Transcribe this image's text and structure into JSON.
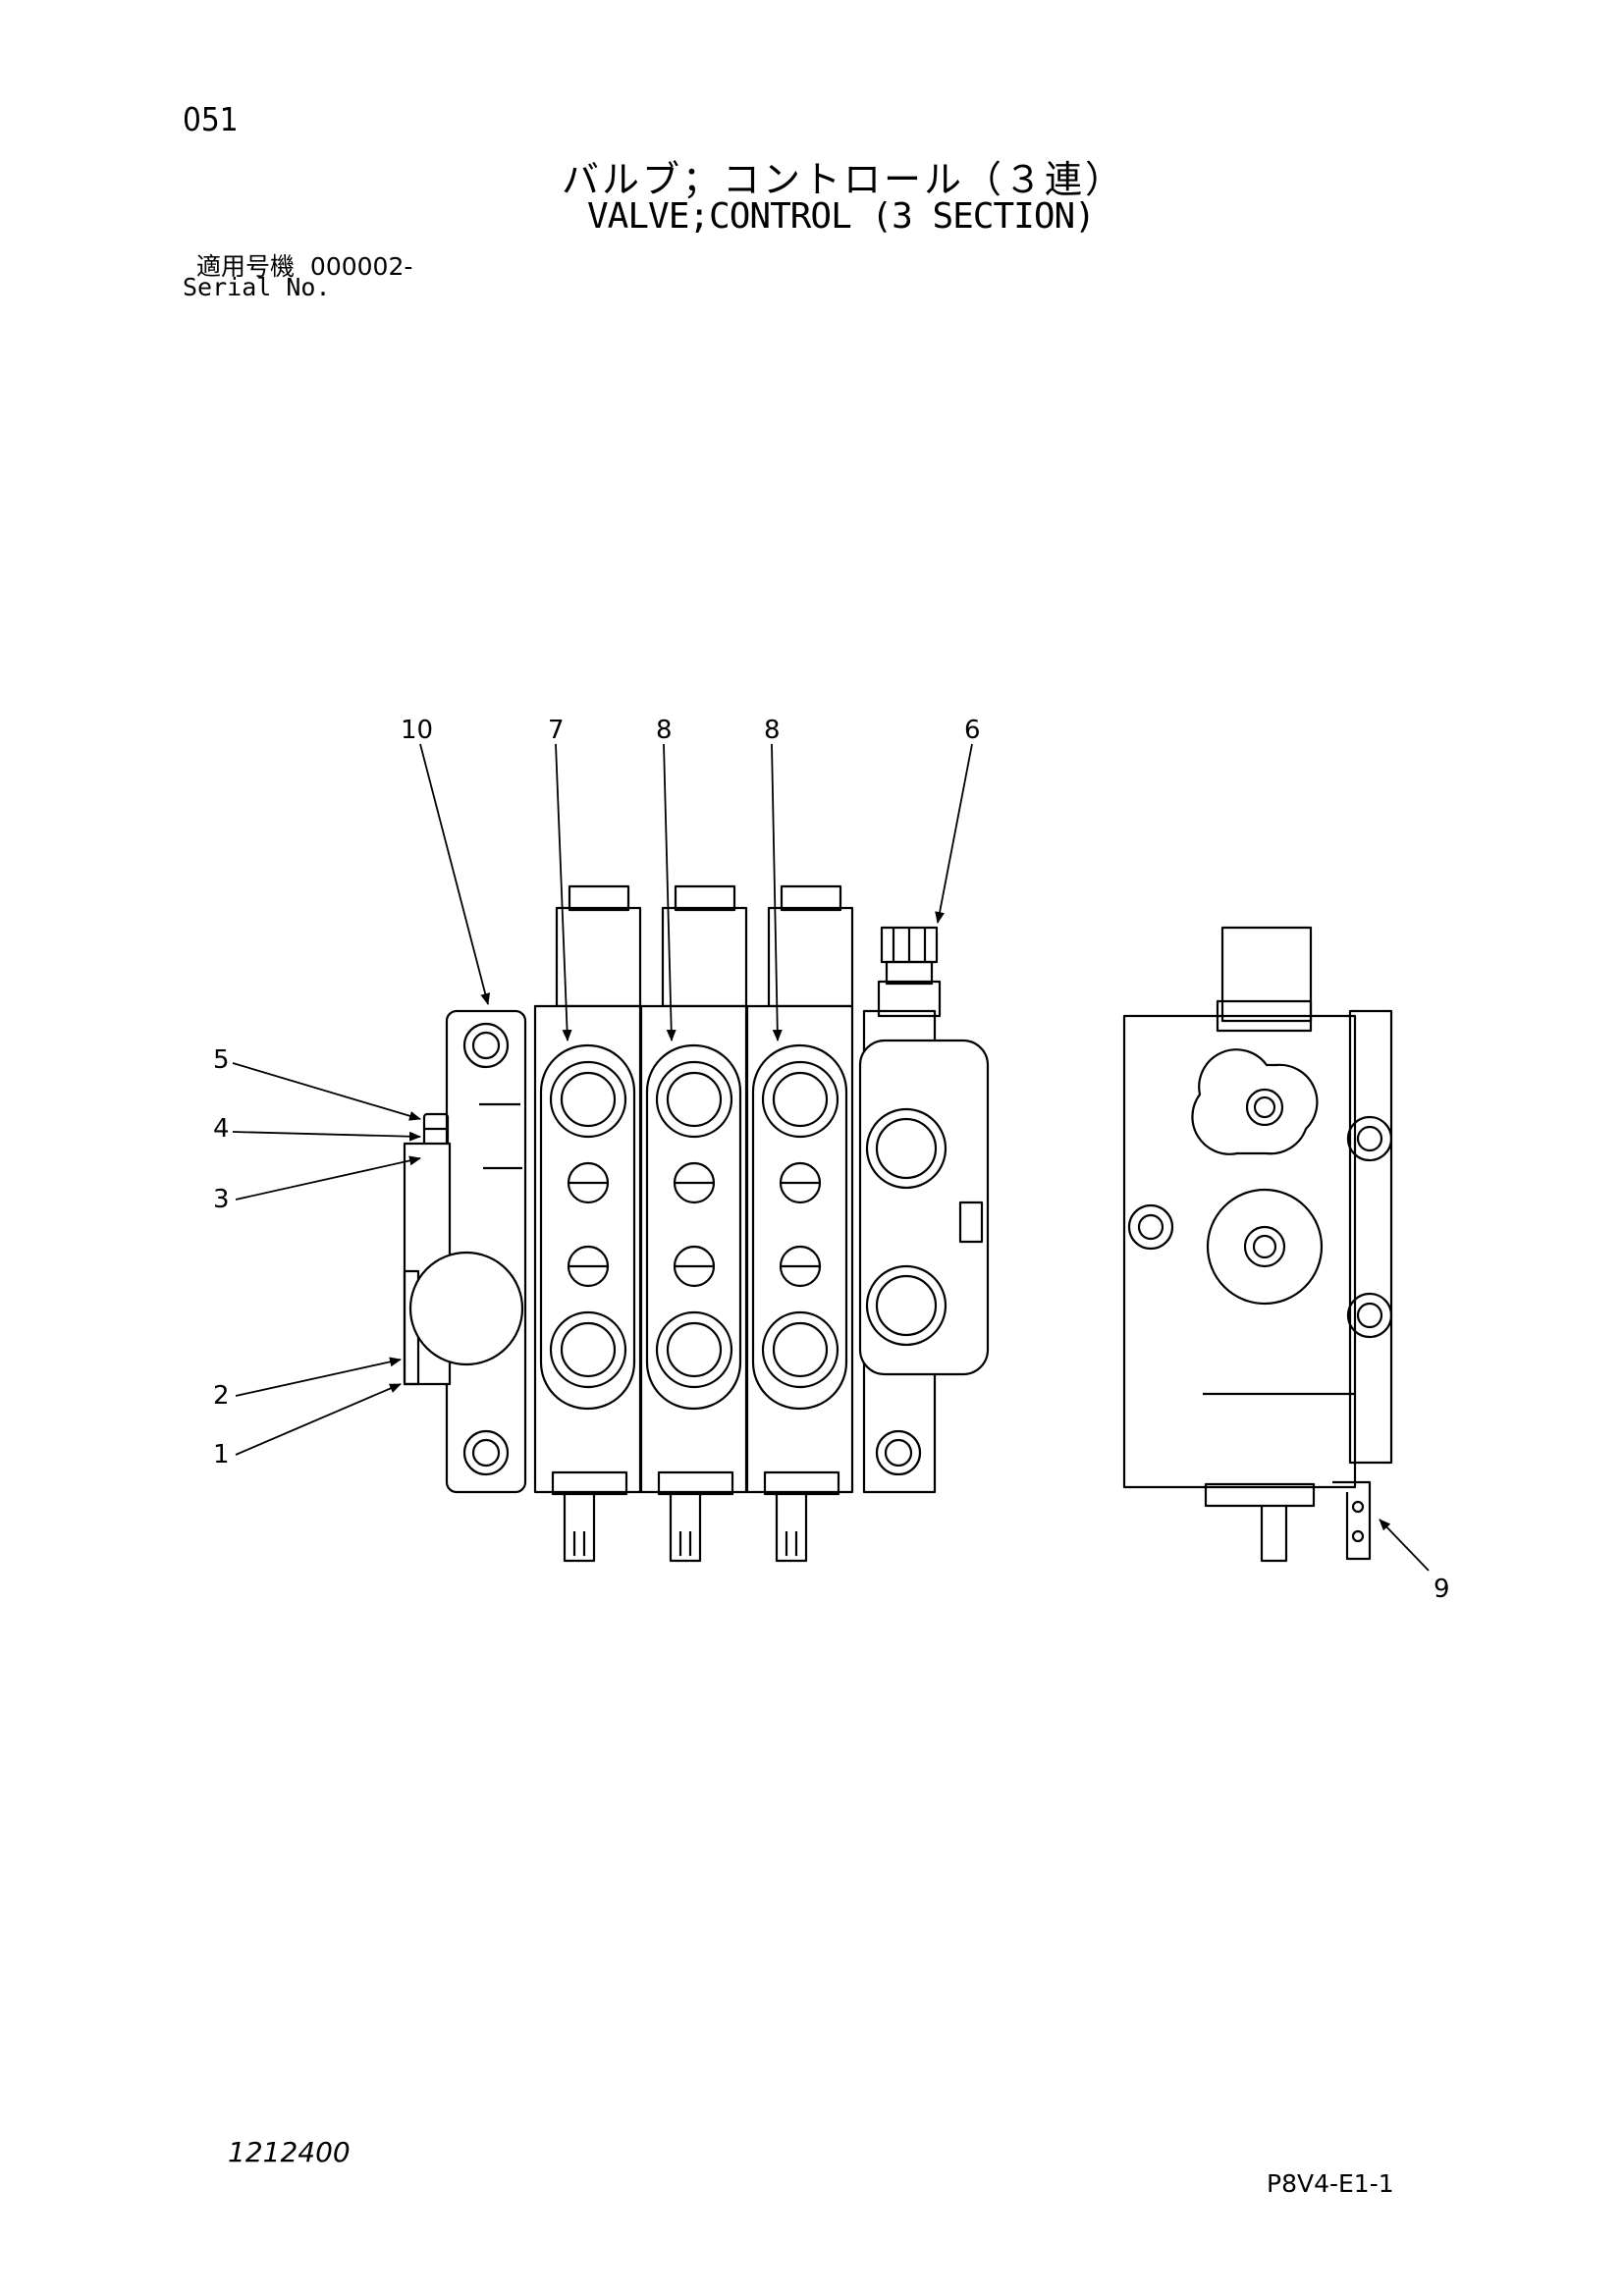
{
  "header": {
    "page_number": "051",
    "title_jp": "バルブ；コントロール（３連）",
    "title_en": "VALVE;CONTROL (3 SECTION)",
    "serial_label_jp": "適用号機",
    "serial_value": "000002-",
    "serial_label_en": "Serial No."
  },
  "callouts": [
    {
      "id": "callout-10",
      "label": "10"
    },
    {
      "id": "callout-7",
      "label": "7"
    },
    {
      "id": "callout-8a",
      "label": "8"
    },
    {
      "id": "callout-8b",
      "label": "8"
    },
    {
      "id": "callout-6",
      "label": "6"
    },
    {
      "id": "callout-5",
      "label": "5"
    },
    {
      "id": "callout-4",
      "label": "4"
    },
    {
      "id": "callout-3",
      "label": "3"
    },
    {
      "id": "callout-2",
      "label": "2"
    },
    {
      "id": "callout-1",
      "label": "1"
    },
    {
      "id": "callout-9",
      "label": "9"
    }
  ],
  "footer": {
    "doc_code": "1212400",
    "page_code": "P8V4-E1-1"
  }
}
